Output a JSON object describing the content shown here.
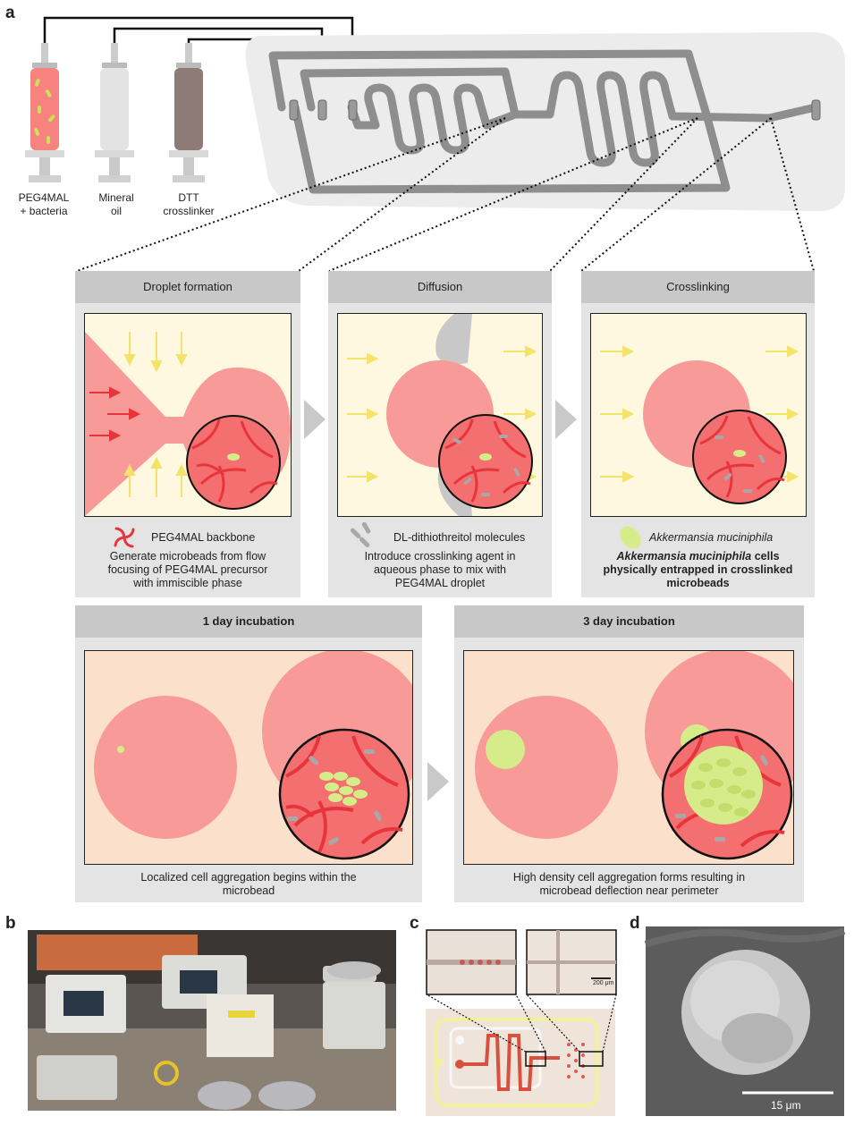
{
  "panel_labels": {
    "a": "a",
    "b": "b",
    "c": "c",
    "d": "d"
  },
  "syringes": [
    {
      "line1": "PEG4MAL",
      "line2": "+ bacteria",
      "color": "#f7837f"
    },
    {
      "line1": "Mineral",
      "line2": "oil",
      "color": "#dadada"
    },
    {
      "line1": "DTT",
      "line2": "crosslinker",
      "color": "#8c7b76"
    }
  ],
  "steps": [
    {
      "title": "Droplet formation",
      "legend": "PEG4MAL backbone",
      "caption": [
        "Generate microbeads from flow",
        "focusing of PEG4MAL precursor",
        "with immiscible phase"
      ]
    },
    {
      "title": "Diffusion",
      "legend": "DL-dithiothreitol molecules",
      "caption": [
        "Introduce crosslinking agent in",
        "aqueous phase to mix with",
        "PEG4MAL droplet"
      ]
    },
    {
      "title": "Crosslinking",
      "legend": "Akkermansia muciniphila",
      "caption_bold_italic": "Akkermansia muciniphila",
      "caption_bold_rest": "cells",
      "caption": [
        "physically entrapped in crosslinked",
        "microbeads"
      ]
    }
  ],
  "incubation": [
    {
      "title": "1 day incubation",
      "caption": [
        "Localized cell aggregation begins within the",
        "microbead"
      ]
    },
    {
      "title": "3 day incubation",
      "caption": [
        "High density cell aggregation forms resulting in",
        "microbead deflection near perimeter"
      ]
    }
  ],
  "panel_c": {
    "scale": "200 μm"
  },
  "panel_d": {
    "scale": "15 μm"
  },
  "colors": {
    "bead": "#f79a98",
    "gel_red": "#e8353b",
    "bacteria": "#d6ec8a",
    "flow_arrow": "#f4e36b",
    "header": "#c8c8c8",
    "panel": "#e4e4e4"
  }
}
